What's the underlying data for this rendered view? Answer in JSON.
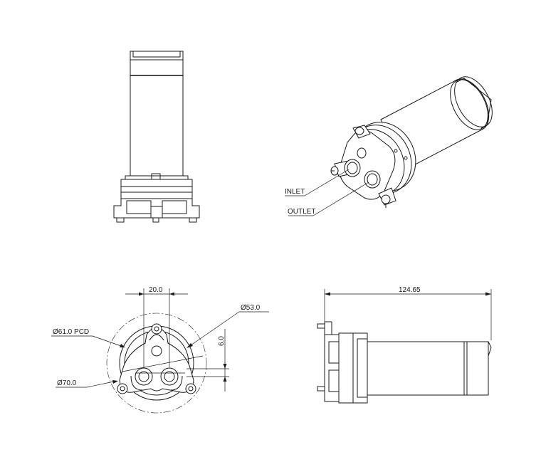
{
  "colors": {
    "line": "#1a1a1a",
    "background": "#ffffff"
  },
  "callouts": {
    "inlet": "INLET",
    "outlet": "OUTLET"
  },
  "dimensions": {
    "spacing": "20.0",
    "outer_diameter": "Ø53.0",
    "pcd": "Ø61.0 PCD",
    "flange_diameter": "Ø70.0",
    "offset": "6.0",
    "overall_length": "124.65"
  }
}
